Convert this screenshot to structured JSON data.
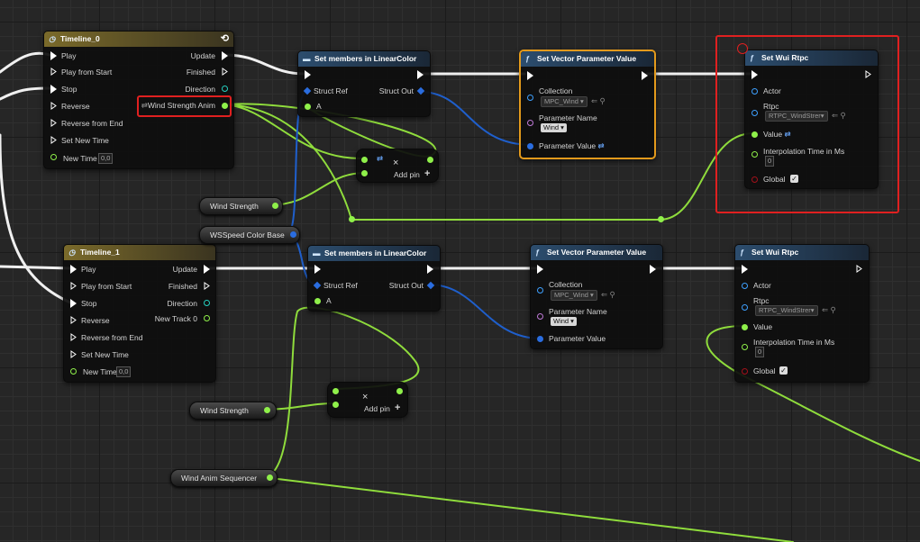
{
  "timeline0": {
    "title": "Timeline_0",
    "inputs": [
      "Play",
      "Play from Start",
      "Stop",
      "Reverse",
      "Reverse from End",
      "Set New Time",
      "New Time"
    ],
    "new_time_value": "0,0",
    "outputs": [
      "Update",
      "Finished",
      "Direction",
      "Wind Strength Anim"
    ]
  },
  "timeline1": {
    "title": "Timeline_1",
    "inputs": [
      "Play",
      "Play from Start",
      "Stop",
      "Reverse",
      "Reverse from End",
      "Set New Time",
      "New Time"
    ],
    "new_time_value": "0,0",
    "outputs": [
      "Update",
      "Finished",
      "Direction",
      "New Track 0"
    ]
  },
  "setmembers1": {
    "title": "Set members in LinearColor",
    "struct_ref": "Struct Ref",
    "struct_out": "Struct Out",
    "a": "A"
  },
  "setmembers2": {
    "title": "Set members in LinearColor",
    "struct_ref": "Struct Ref",
    "struct_out": "Struct Out",
    "a": "A"
  },
  "vecparam1": {
    "title": "Set Vector Parameter Value",
    "collection": "Collection",
    "collection_value": "MPC_Wind",
    "param_name": "Parameter Name",
    "param_name_value": "Wind",
    "param_value": "Parameter Value"
  },
  "vecparam2": {
    "title": "Set Vector Parameter Value",
    "collection": "Collection",
    "collection_value": "MPC_Wind",
    "param_name": "Parameter Name",
    "param_name_value": "Wind",
    "param_value": "Parameter Value"
  },
  "rtpc1": {
    "title": "Set Wui Rtpc",
    "actor": "Actor",
    "rtpc": "Rtpc",
    "rtpc_value": "RTPC_WindStrer",
    "value": "Value",
    "interp": "Interpolation Time in Ms",
    "interp_value": "0",
    "global": "Global"
  },
  "rtpc2": {
    "title": "Set Wui Rtpc",
    "actor": "Actor",
    "rtpc": "Rtpc",
    "rtpc_value": "RTPC_WindStrer",
    "value": "Value",
    "interp": "Interpolation Time in Ms",
    "interp_value": "0",
    "global": "Global"
  },
  "add1": {
    "label": "Add pin",
    "plus": "+",
    "x": "×"
  },
  "add2": {
    "label": "Add pin",
    "plus": "+",
    "x": "×"
  },
  "vars": {
    "wind_strength_1": "Wind Strength",
    "wsspeed": "WSSpeed Color Base",
    "wind_strength_2": "Wind Strength",
    "wind_anim_seq": "Wind Anim Sequencer"
  },
  "icons": {
    "timeline": "clock-icon",
    "function": "function-icon",
    "loop": "loop-icon"
  }
}
